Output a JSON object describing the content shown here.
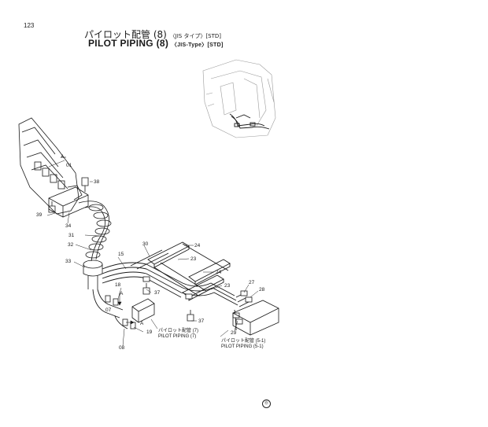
{
  "page": {
    "number": "123",
    "title_jp": "パイロット配管 (8)",
    "title_jp_sub": "〈JIS タイプ〉[STD]",
    "title_en": "PILOT PIPING (8)",
    "title_en_sub": "〈JIS-Type〉[STD]"
  },
  "callouts": {
    "c30": "30",
    "c24a": "24",
    "c23a": "23",
    "c24b": "24",
    "c23b": "23",
    "c15": "15",
    "c18": "18",
    "cA1": "A",
    "c07": "07",
    "cA2": "A",
    "c19": "19",
    "c08": "08",
    "c37a": "37",
    "c37b": "37",
    "c27": "27",
    "c28": "28",
    "c29": "29",
    "c38": "38",
    "c39": "39",
    "c34": "34",
    "c31": "31",
    "c32": "32",
    "c33": "33",
    "cA3": "A",
    "c01": "01"
  },
  "references": {
    "ref7_jp": "パイロット配管 (7)",
    "ref7_en": "PILOT PIPING (7)",
    "ref51_jp": "パイロット配管 (5-1)",
    "ref51_en": "PILOT PIPING (5-1)"
  },
  "footer_mark": "Ⓑ",
  "colors": {
    "ink": "#1a1a1a",
    "faint": "#9a9a9a",
    "background": "#ffffff"
  }
}
